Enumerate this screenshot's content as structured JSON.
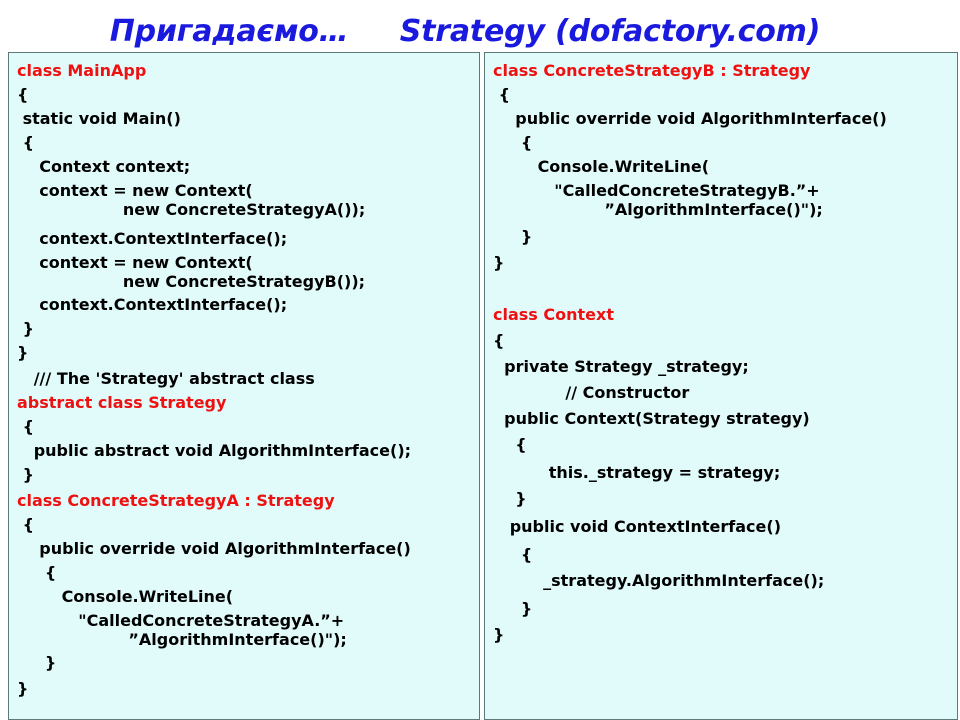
{
  "title": "Пригадаємо…     Strategy (dofactory.com)",
  "left_code": [
    {
      "text": "class MainApp",
      "color": "red"
    },
    {
      "text": "{",
      "color": "black"
    },
    {
      "text": " static void Main()",
      "color": "black"
    },
    {
      "text": " {",
      "color": "black"
    },
    {
      "text": "    Context context;",
      "color": "black"
    },
    {
      "text": "    context = new Context(\n                   new ConcreteStrategyA());",
      "color": "black"
    },
    {
      "text": "    context.ContextInterface();",
      "color": "black"
    },
    {
      "text": "    context = new Context(\n                   new ConcreteStrategyB());",
      "color": "black"
    },
    {
      "text": "    context.ContextInterface();",
      "color": "black"
    },
    {
      "text": " }",
      "color": "black"
    },
    {
      "text": "}",
      "color": "black"
    },
    {
      "text": "   /// The 'Strategy' abstract class",
      "color": "black"
    },
    {
      "text": "abstract class Strategy",
      "color": "red"
    },
    {
      "text": " {",
      "color": "black"
    },
    {
      "text": "   public abstract void AlgorithmInterface();",
      "color": "black"
    },
    {
      "text": " }",
      "color": "black"
    },
    {
      "text": "class ConcreteStrategyA : Strategy",
      "color": "red"
    },
    {
      "text": " {",
      "color": "black"
    },
    {
      "text": "    public override void AlgorithmInterface()",
      "color": "black"
    },
    {
      "text": "     {",
      "color": "black"
    },
    {
      "text": "        Console.WriteLine(",
      "color": "black"
    },
    {
      "text": "           \"CalledConcreteStrategyA.”+\n                    ”AlgorithmInterface()\");",
      "color": "black"
    },
    {
      "text": "     }",
      "color": "black"
    },
    {
      "text": "}",
      "color": "black"
    }
  ],
  "right_code": [
    {
      "text": "class ConcreteStrategyB : Strategy",
      "color": "red"
    },
    {
      "text": " {",
      "color": "black"
    },
    {
      "text": "    public override void AlgorithmInterface()",
      "color": "black"
    },
    {
      "text": "     {",
      "color": "black"
    },
    {
      "text": "        Console.WriteLine(",
      "color": "black"
    },
    {
      "text": "           \"CalledConcreteStrategyB.”+\n                    ”AlgorithmInterface()\");",
      "color": "black"
    },
    {
      "text": "     }",
      "color": "black"
    },
    {
      "text": "}",
      "color": "black"
    },
    {
      "text": "class Context",
      "color": "red"
    },
    {
      "text": "{",
      "color": "black"
    },
    {
      "text": "  private Strategy _strategy;",
      "color": "black"
    },
    {
      "text": "             // Constructor",
      "color": "black"
    },
    {
      "text": "  public Context(Strategy strategy)",
      "color": "black"
    },
    {
      "text": "    {",
      "color": "black"
    },
    {
      "text": "          this._strategy = strategy;",
      "color": "black"
    },
    {
      "text": "    }",
      "color": "black"
    },
    {
      "text": "   public void ContextInterface()",
      "color": "black"
    },
    {
      "text": "     {",
      "color": "black"
    },
    {
      "text": "         _strategy.AlgorithmInterface();",
      "color": "black"
    },
    {
      "text": "     }",
      "color": "black"
    },
    {
      "text": "}",
      "color": "black"
    }
  ],
  "colors": {
    "title": "#1a1adf",
    "keyword_red": "#ee1111",
    "panel_bg": "#e1fbfb"
  }
}
